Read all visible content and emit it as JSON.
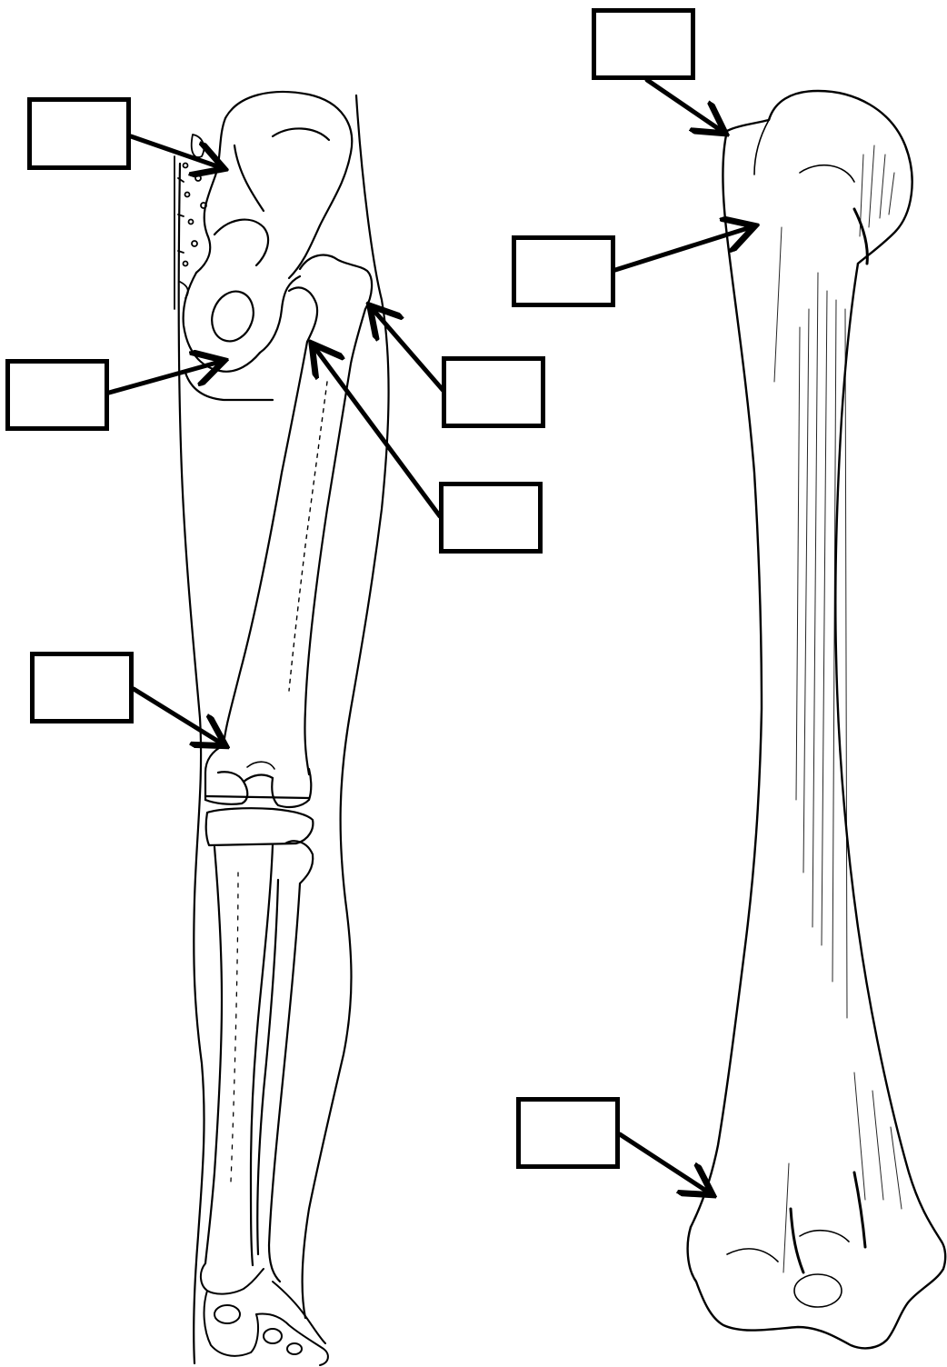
{
  "diagram": {
    "colors": {
      "line": "#000000",
      "background": "#ffffff",
      "label_box_border": "#000000"
    },
    "leg_figure": {
      "bones": [
        "pelvis",
        "sacrum",
        "femur",
        "patella",
        "tibia",
        "fibula",
        "foot"
      ]
    },
    "humerus_figure": {
      "bones": [
        "humerus"
      ]
    },
    "label_boxes": [
      {
        "id": "ilium",
        "text": ""
      },
      {
        "id": "ischium",
        "text": ""
      },
      {
        "id": "greater-trochanter",
        "text": ""
      },
      {
        "id": "femur-neck",
        "text": ""
      },
      {
        "id": "femur-condyle",
        "text": ""
      },
      {
        "id": "humerus-head",
        "text": ""
      },
      {
        "id": "humerus-neck",
        "text": ""
      },
      {
        "id": "humerus-distal",
        "text": ""
      }
    ]
  }
}
